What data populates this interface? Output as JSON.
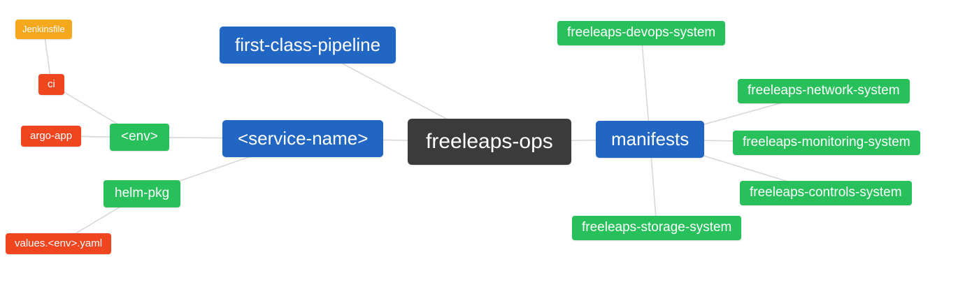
{
  "diagram": {
    "edge_color": "#d6d6d6",
    "nodes": {
      "freeleaps_ops": {
        "label": "freeleaps-ops",
        "color": "#3b3b3b"
      },
      "first_class_pipeline": {
        "label": "first-class-pipeline",
        "color": "#2266c3"
      },
      "service_name": {
        "label": "<service-name>",
        "color": "#2266c3"
      },
      "manifests": {
        "label": "manifests",
        "color": "#2266c3"
      },
      "env": {
        "label": "<env>",
        "color": "#27c05b"
      },
      "helm_pkg": {
        "label": "helm-pkg",
        "color": "#27c05b"
      },
      "jenkinsfile": {
        "label": "Jenkinsfile",
        "color": "#f6a81d"
      },
      "ci": {
        "label": "ci",
        "color": "#f04620"
      },
      "argo_app": {
        "label": "argo-app",
        "color": "#f04620"
      },
      "values_env_yaml": {
        "label": "values.<env>.yaml",
        "color": "#f04620"
      },
      "devops_system": {
        "label": "freeleaps-devops-system",
        "color": "#27c05b"
      },
      "network_system": {
        "label": "freeleaps-network-system",
        "color": "#27c05b"
      },
      "monitoring_system": {
        "label": "freeleaps-monitoring-system",
        "color": "#27c05b"
      },
      "controls_system": {
        "label": "freeleaps-controls-system",
        "color": "#27c05b"
      },
      "storage_system": {
        "label": "freeleaps-storage-system",
        "color": "#27c05b"
      }
    },
    "edges": [
      [
        "jenkinsfile",
        "ci"
      ],
      [
        "ci",
        "env"
      ],
      [
        "argo_app",
        "env"
      ],
      [
        "env",
        "service_name"
      ],
      [
        "helm_pkg",
        "service_name"
      ],
      [
        "values_env_yaml",
        "helm_pkg"
      ],
      [
        "service_name",
        "freeleaps_ops"
      ],
      [
        "first_class_pipeline",
        "freeleaps_ops"
      ],
      [
        "freeleaps_ops",
        "manifests"
      ],
      [
        "manifests",
        "devops_system"
      ],
      [
        "manifests",
        "network_system"
      ],
      [
        "manifests",
        "monitoring_system"
      ],
      [
        "manifests",
        "controls_system"
      ],
      [
        "manifests",
        "storage_system"
      ]
    ]
  }
}
